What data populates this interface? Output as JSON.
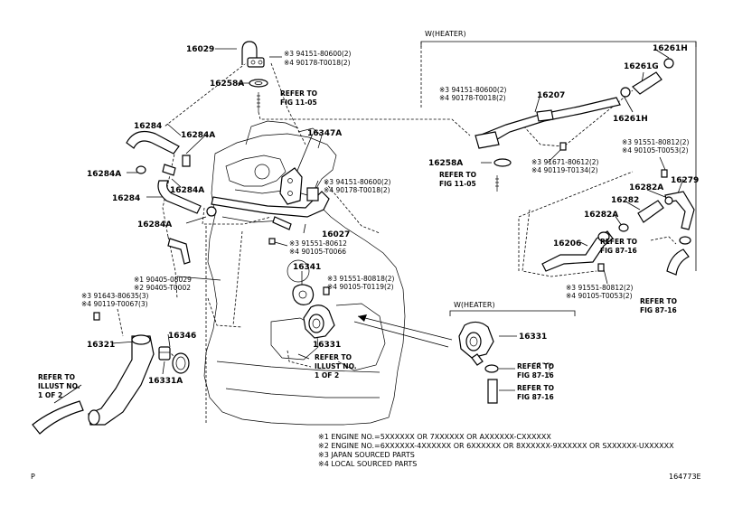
{
  "groups": {
    "heater_top": "W(HEATER)",
    "heater_bottom": "W(HEATER)"
  },
  "parts": {
    "p16029": "16029",
    "p16258A_1": "16258A",
    "p16284_1": "16284",
    "p16284A_1": "16284A",
    "p16284A_2": "16284A",
    "p16284A_3": "16284A",
    "p16284_2": "16284",
    "p16284A_4": "16284A",
    "p16347A": "16347A",
    "p16027": "16027",
    "p16341": "16341",
    "p16331_1": "16331",
    "p16321": "16321",
    "p16346": "16346",
    "p16331A": "16331A",
    "p16207": "16207",
    "p16261G": "16261G",
    "p16261H_1": "16261H",
    "p16261H_2": "16261H",
    "p16258A_2": "16258A",
    "p16279": "16279",
    "p16282A_1": "16282A",
    "p16282": "16282",
    "p16282A_2": "16282A",
    "p16206": "16206",
    "p16331_2": "16331"
  },
  "codes": {
    "c1a": "※3 94151-80600(2)",
    "c1b": "※4 90178-T0018(2)",
    "c2a": "※3 94151-80600(2)",
    "c2b": "※4 90178-T0018(2)",
    "c3a": "※3 91551-80612",
    "c3b": "※4 90105-T0066",
    "c4a": "※1 90405-08029",
    "c4b": "※2 90405-T0002",
    "c5a": "※3 91643-80635(3)",
    "c5b": "※4 90119-T0067(3)",
    "c6a": "※3 91551-80818(2)",
    "c6b": "※4 90105-T0119(2)",
    "c7a": "※3 94151-80600(2)",
    "c7b": "※4 90178-T0018(2)",
    "c8a": "※3 91671-80612(2)",
    "c8b": "※4 90119-T0134(2)",
    "c9a": "※3 91551-80812(2)",
    "c9b": "※4 90105-T0053(2)",
    "c10a": "※3 91551-80812(2)",
    "c10b": "※4 90105-T0053(2)"
  },
  "refs": {
    "r1a": "REFER TO",
    "r1b": "FIG 11-05",
    "r2a": "REFER TO",
    "r2b": "FIG 11-05",
    "r3a": "REFER TO",
    "r3b": "ILLUST NO.",
    "r3c": "1 OF 2",
    "r4a": "REFER TO",
    "r4b": "ILLUST NO.",
    "r4c": "1 OF 2",
    "r5a": "REFER TO",
    "r5b": "FIG 87-16",
    "r6a": "REFER TO",
    "r6b": "FIG 87-16",
    "r7a": "REFER TO",
    "r7b": "FIG 87-16",
    "r8a": "REFER TO",
    "r8b": "FIG 87-16"
  },
  "notes": {
    "n1": "※1 ENGINE NO.=5XXXXXX OR 7XXXXXX OR AXXXXXX-CXXXXXX",
    "n2": "※2 ENGINE NO.=6XXXXXX-4XXXXXX OR 6XXXXXX OR 8XXXXXX-9XXXXXX OR SXXXXXX-UXXXXXX",
    "n3": "※3 JAPAN SOURCED PARTS",
    "n4": "※4 LOCAL SOURCED PARTS"
  },
  "footer": {
    "left": "P",
    "code": "164773E"
  }
}
